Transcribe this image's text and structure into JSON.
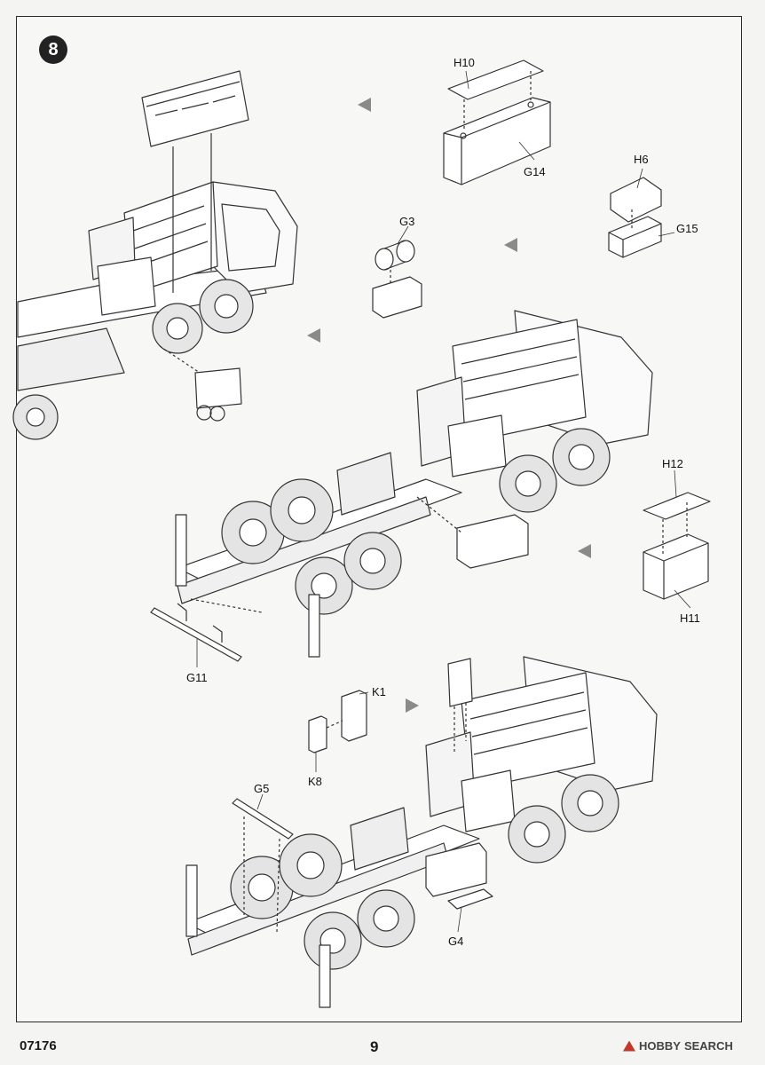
{
  "page": {
    "step_number": "8",
    "catalog_number": "07176",
    "page_number": "9"
  },
  "watermark": {
    "logo_icon": "hobby-search-logo-icon",
    "brand_a": "HOBBY",
    "brand_b": "SEARCH"
  },
  "part_labels": {
    "h10": "H10",
    "g14": "G14",
    "h6": "H6",
    "g15": "G15",
    "g3": "G3",
    "h12": "H12",
    "h11": "H11",
    "g11": "G11",
    "k1": "K1",
    "k8": "K8",
    "g5": "G5",
    "g4": "G4"
  },
  "colors": {
    "line": "#333333",
    "paper": "#f7f7f5",
    "arrow": "#8a8a8a"
  }
}
